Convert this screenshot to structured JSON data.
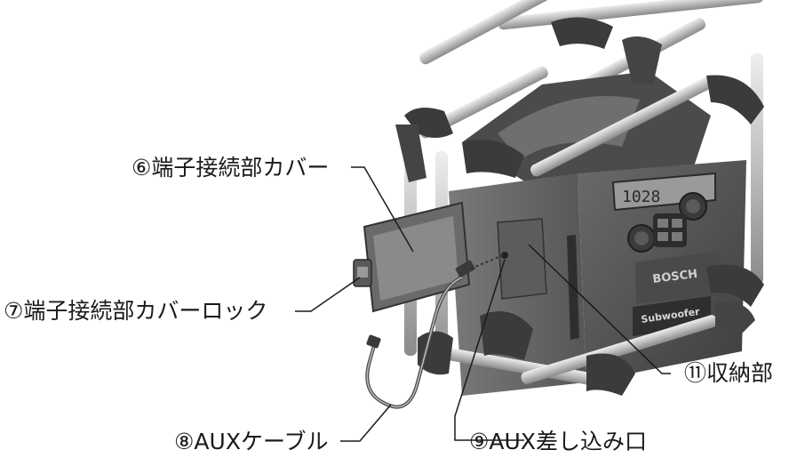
{
  "labels": {
    "terminal_cover": "⑥端子接続部カバー",
    "terminal_cover_lock": "⑦端子接続部カバーロック",
    "aux_cable": "⑧AUXケーブル",
    "aux_jack": "⑨AUX差し込み口",
    "storage": "⑪収納部"
  },
  "device": {
    "brand_text": "BOSCH",
    "subwoofer_text": "Subwoofer",
    "display_text": "1028"
  },
  "colors": {
    "frame_dark": "#3c3c3c",
    "body_dark": "#555555",
    "body_mid": "#6e6e6e",
    "metal_bar": "#c9c9c9",
    "leader_line": "#1a1a1a"
  }
}
